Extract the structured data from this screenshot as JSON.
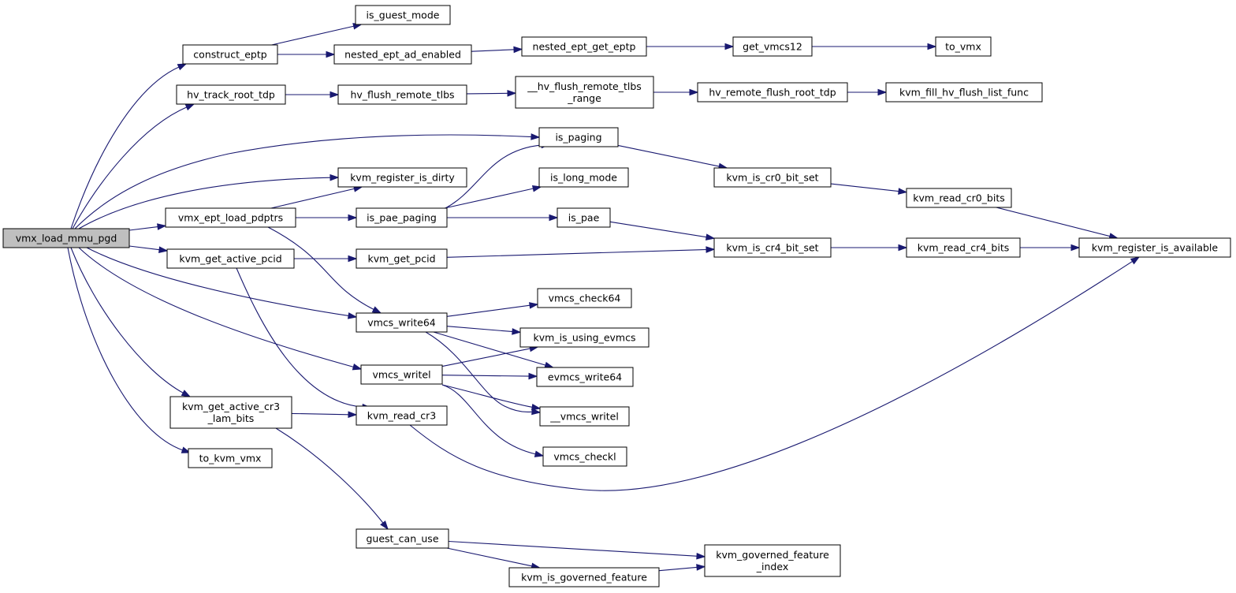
{
  "nodes": [
    {
      "id": "vmx_load_mmu_pgd",
      "lines": [
        "vmx_load_mmu_pgd"
      ],
      "root": true
    },
    {
      "id": "construct_eptp",
      "lines": [
        "construct_eptp"
      ]
    },
    {
      "id": "hv_track_root_tdp",
      "lines": [
        "hv_track_root_tdp"
      ]
    },
    {
      "id": "is_guest_mode",
      "lines": [
        "is_guest_mode"
      ]
    },
    {
      "id": "nested_ept_ad_enabled",
      "lines": [
        "nested_ept_ad_enabled"
      ]
    },
    {
      "id": "nested_ept_get_eptp",
      "lines": [
        "nested_ept_get_eptp"
      ]
    },
    {
      "id": "get_vmcs12",
      "lines": [
        "get_vmcs12"
      ]
    },
    {
      "id": "to_vmx",
      "lines": [
        "to_vmx"
      ]
    },
    {
      "id": "hv_flush_remote_tlbs",
      "lines": [
        "hv_flush_remote_tlbs"
      ]
    },
    {
      "id": "__hv_flush_remote_tlbs_range",
      "lines": [
        "__hv_flush_remote_tlbs",
        "_range"
      ]
    },
    {
      "id": "hv_remote_flush_root_tdp",
      "lines": [
        "hv_remote_flush_root_tdp"
      ]
    },
    {
      "id": "kvm_fill_hv_flush_list_func",
      "lines": [
        "kvm_fill_hv_flush_list_func"
      ]
    },
    {
      "id": "is_paging",
      "lines": [
        "is_paging"
      ]
    },
    {
      "id": "kvm_is_cr0_bit_set",
      "lines": [
        "kvm_is_cr0_bit_set"
      ]
    },
    {
      "id": "kvm_read_cr0_bits",
      "lines": [
        "kvm_read_cr0_bits"
      ]
    },
    {
      "id": "kvm_register_is_dirty",
      "lines": [
        "kvm_register_is_dirty"
      ]
    },
    {
      "id": "vmx_ept_load_pdptrs",
      "lines": [
        "vmx_ept_load_pdptrs"
      ]
    },
    {
      "id": "is_long_mode",
      "lines": [
        "is_long_mode"
      ]
    },
    {
      "id": "is_pae_paging",
      "lines": [
        "is_pae_paging"
      ]
    },
    {
      "id": "is_pae",
      "lines": [
        "is_pae"
      ]
    },
    {
      "id": "kvm_get_active_pcid",
      "lines": [
        "kvm_get_active_pcid"
      ]
    },
    {
      "id": "kvm_get_pcid",
      "lines": [
        "kvm_get_pcid"
      ]
    },
    {
      "id": "kvm_is_cr4_bit_set",
      "lines": [
        "kvm_is_cr4_bit_set"
      ]
    },
    {
      "id": "kvm_read_cr4_bits",
      "lines": [
        "kvm_read_cr4_bits"
      ]
    },
    {
      "id": "kvm_register_is_available",
      "lines": [
        "kvm_register_is_available"
      ]
    },
    {
      "id": "vmcs_check64",
      "lines": [
        "vmcs_check64"
      ]
    },
    {
      "id": "vmcs_write64",
      "lines": [
        "vmcs_write64"
      ]
    },
    {
      "id": "kvm_is_using_evmcs",
      "lines": [
        "kvm_is_using_evmcs"
      ]
    },
    {
      "id": "vmcs_writel",
      "lines": [
        "vmcs_writel"
      ]
    },
    {
      "id": "evmcs_write64",
      "lines": [
        "evmcs_write64"
      ]
    },
    {
      "id": "kvm_get_active_cr3_lam_bits",
      "lines": [
        "kvm_get_active_cr3",
        "_lam_bits"
      ]
    },
    {
      "id": "kvm_read_cr3",
      "lines": [
        "kvm_read_cr3"
      ]
    },
    {
      "id": "__vmcs_writel",
      "lines": [
        "__vmcs_writel"
      ]
    },
    {
      "id": "vmcs_checkl",
      "lines": [
        "vmcs_checkl"
      ]
    },
    {
      "id": "to_kvm_vmx",
      "lines": [
        "to_kvm_vmx"
      ]
    },
    {
      "id": "guest_can_use",
      "lines": [
        "guest_can_use"
      ]
    },
    {
      "id": "kvm_governed_feature_index",
      "lines": [
        "kvm_governed_feature",
        "_index"
      ]
    },
    {
      "id": "kvm_is_governed_feature",
      "lines": [
        "kvm_is_governed_feature"
      ]
    }
  ],
  "edges": [
    [
      "vmx_load_mmu_pgd",
      "construct_eptp"
    ],
    [
      "vmx_load_mmu_pgd",
      "hv_track_root_tdp"
    ],
    [
      "vmx_load_mmu_pgd",
      "is_paging"
    ],
    [
      "vmx_load_mmu_pgd",
      "kvm_register_is_dirty"
    ],
    [
      "vmx_load_mmu_pgd",
      "vmx_ept_load_pdptrs"
    ],
    [
      "vmx_load_mmu_pgd",
      "kvm_get_active_pcid"
    ],
    [
      "vmx_load_mmu_pgd",
      "vmcs_write64"
    ],
    [
      "vmx_load_mmu_pgd",
      "vmcs_writel"
    ],
    [
      "vmx_load_mmu_pgd",
      "kvm_get_active_cr3_lam_bits"
    ],
    [
      "vmx_load_mmu_pgd",
      "to_kvm_vmx"
    ],
    [
      "construct_eptp",
      "is_guest_mode"
    ],
    [
      "construct_eptp",
      "nested_ept_ad_enabled"
    ],
    [
      "nested_ept_ad_enabled",
      "nested_ept_get_eptp"
    ],
    [
      "nested_ept_get_eptp",
      "get_vmcs12"
    ],
    [
      "get_vmcs12",
      "to_vmx"
    ],
    [
      "hv_track_root_tdp",
      "hv_flush_remote_tlbs"
    ],
    [
      "hv_flush_remote_tlbs",
      "__hv_flush_remote_tlbs_range"
    ],
    [
      "__hv_flush_remote_tlbs_range",
      "hv_remote_flush_root_tdp"
    ],
    [
      "hv_remote_flush_root_tdp",
      "kvm_fill_hv_flush_list_func"
    ],
    [
      "is_paging",
      "kvm_is_cr0_bit_set"
    ],
    [
      "kvm_is_cr0_bit_set",
      "kvm_read_cr0_bits"
    ],
    [
      "kvm_read_cr0_bits",
      "kvm_register_is_available"
    ],
    [
      "vmx_ept_load_pdptrs",
      "kvm_register_is_dirty"
    ],
    [
      "vmx_ept_load_pdptrs",
      "is_pae_paging"
    ],
    [
      "vmx_ept_load_pdptrs",
      "vmcs_write64"
    ],
    [
      "is_pae_paging",
      "is_paging"
    ],
    [
      "is_pae_paging",
      "is_long_mode"
    ],
    [
      "is_pae_paging",
      "is_pae"
    ],
    [
      "is_pae",
      "kvm_is_cr4_bit_set"
    ],
    [
      "kvm_is_cr4_bit_set",
      "kvm_read_cr4_bits"
    ],
    [
      "kvm_read_cr4_bits",
      "kvm_register_is_available"
    ],
    [
      "kvm_get_active_pcid",
      "kvm_get_pcid"
    ],
    [
      "kvm_get_active_pcid",
      "kvm_read_cr3"
    ],
    [
      "kvm_get_pcid",
      "kvm_is_cr4_bit_set"
    ],
    [
      "vmcs_write64",
      "vmcs_check64"
    ],
    [
      "vmcs_write64",
      "kvm_is_using_evmcs"
    ],
    [
      "vmcs_write64",
      "evmcs_write64"
    ],
    [
      "vmcs_write64",
      "__vmcs_writel"
    ],
    [
      "vmcs_writel",
      "kvm_is_using_evmcs"
    ],
    [
      "vmcs_writel",
      "evmcs_write64"
    ],
    [
      "vmcs_writel",
      "__vmcs_writel"
    ],
    [
      "vmcs_writel",
      "vmcs_checkl"
    ],
    [
      "kvm_get_active_cr3_lam_bits",
      "kvm_read_cr3"
    ],
    [
      "kvm_get_active_cr3_lam_bits",
      "guest_can_use"
    ],
    [
      "kvm_read_cr3",
      "kvm_register_is_available"
    ],
    [
      "guest_can_use",
      "kvm_governed_feature_index"
    ],
    [
      "guest_can_use",
      "kvm_is_governed_feature"
    ],
    [
      "kvm_is_governed_feature",
      "kvm_governed_feature_index"
    ]
  ]
}
